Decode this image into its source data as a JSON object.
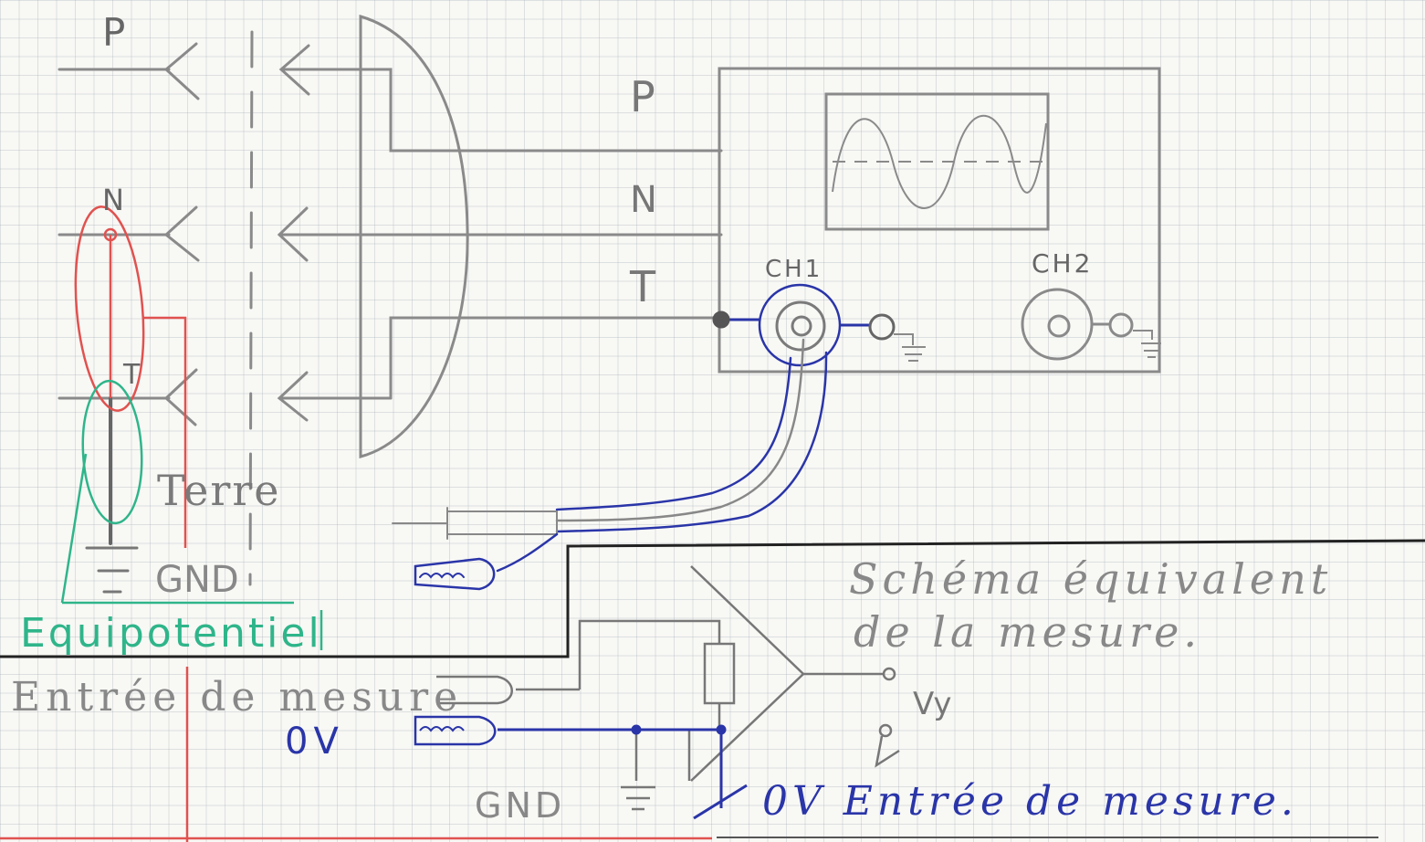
{
  "schematic": {
    "plug_labels": {
      "phase": "P",
      "neutral": "N",
      "earth": "T"
    },
    "cable_labels": {
      "phase": "P",
      "neutral": "N",
      "earth": "T"
    },
    "earth_label": "Terre",
    "gnd_label": "GND",
    "equipotential_label": "Equipotentiel",
    "oscilloscope": {
      "channel_1": "CH1",
      "channel_2": "CH2"
    },
    "probe_labels": {
      "measure_input": "Entrée de mesure",
      "zero_volt": "0V"
    }
  },
  "equivalent": {
    "title_line_1": "Schéma équivalent",
    "title_line_2": "de la mesure.",
    "output_label": "Vy",
    "gnd_label": "GND",
    "bottom_label": "0V Entrée de mesure."
  },
  "colors": {
    "pencil": "#8a8a8a",
    "pencil_dark": "#555555",
    "blue_ink": "#2a35a8",
    "red_ink": "#e0524f",
    "green_ink": "#2fb58a",
    "black_ink": "#222222"
  }
}
